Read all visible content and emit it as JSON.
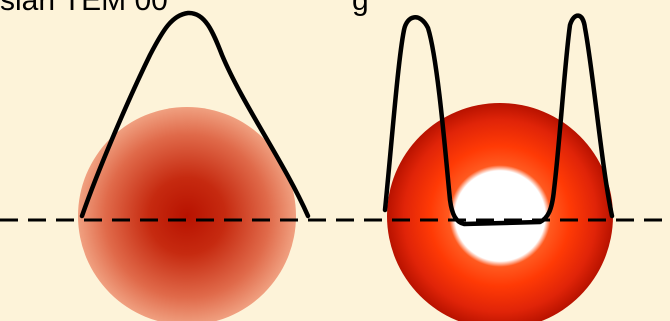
{
  "labels": {
    "left_mode": "sian TEM 00",
    "right_fragment": "g"
  },
  "colors": {
    "background": "#fdf3d9",
    "left_spot_center": "#b81200",
    "left_spot_edge": "#f0a080",
    "right_ring": "#ff3a05",
    "right_ring_dark": "#c81400",
    "right_center": "#ffffff",
    "curve": "#000000",
    "baseline": "#000000"
  },
  "icons": [
    "gaussian-profile-curve",
    "donut-profile-curve",
    "dashed-baseline"
  ]
}
